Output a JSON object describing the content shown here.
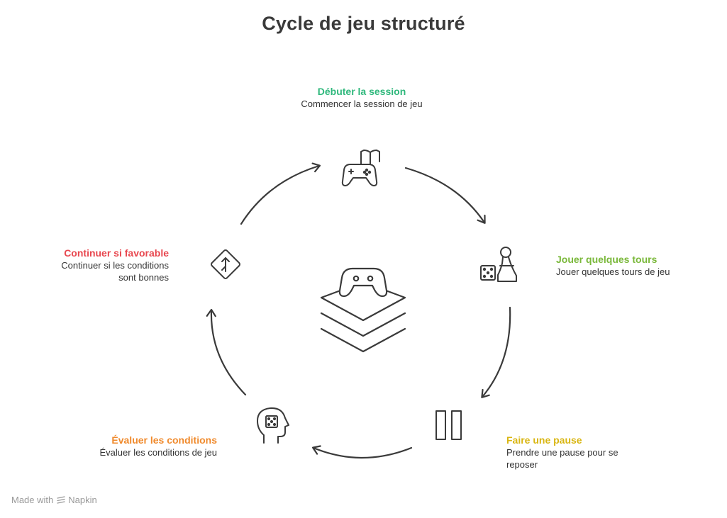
{
  "title": "Cycle de jeu structuré",
  "steps": [
    {
      "key": "debuter",
      "title": "Débuter la session",
      "desc": "Commencer la session de jeu",
      "color": "#2fb87c",
      "icon": "gamepad-book-icon"
    },
    {
      "key": "jouer",
      "title": "Jouer quelques tours",
      "desc": "Jouer quelques tours de jeu",
      "color": "#7ab83a",
      "icon": "dice-pawn-icon"
    },
    {
      "key": "pause",
      "title": "Faire une pause",
      "desc_line1": "Prendre une pause pour se",
      "desc_line2": "reposer",
      "color": "#e5c21a",
      "icon": "pause-icon"
    },
    {
      "key": "evaluer",
      "title": "Évaluer les conditions",
      "desc": "Évaluer les conditions de jeu",
      "color": "#f08a2c",
      "icon": "head-dice-icon"
    },
    {
      "key": "continuer",
      "title": "Continuer si favorable",
      "desc_line1": "Continuer si les conditions",
      "desc_line2": "sont bonnes",
      "color": "#e8474f",
      "icon": "merge-sign-icon"
    }
  ],
  "center_icon": "stacked-gamepad-icon",
  "footer": {
    "made_with": "Made with",
    "brand": "Napkin"
  }
}
